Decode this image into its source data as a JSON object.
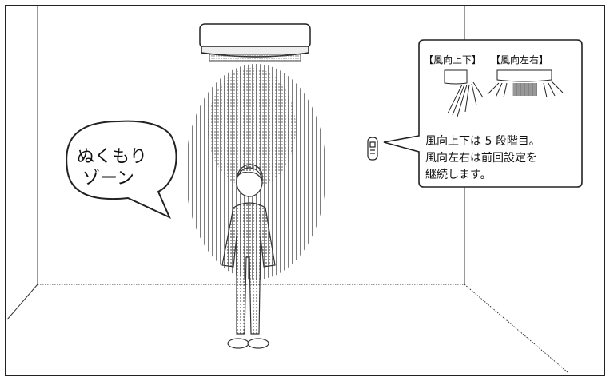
{
  "colors": {
    "line": "#222222",
    "dot": "#555555",
    "background": "#ffffff"
  },
  "speech_bubble": {
    "line1": "ぬくもり",
    "line2": "ゾーン"
  },
  "info_box": {
    "label_vertical": "【風向上下】",
    "label_horizontal": "【風向左右】",
    "note_line1": "風向上下は 5 段階目。",
    "note_line2": "風向左右は前回設定を",
    "note_line3": "継続します。"
  },
  "icons": {
    "air_conditioner": "air-conditioner-icon",
    "remote": "remote-control-icon",
    "person": "person-icon",
    "vertical_louver": "vertical-louver-icon",
    "horizontal_louver": "horizontal-louver-icon"
  }
}
